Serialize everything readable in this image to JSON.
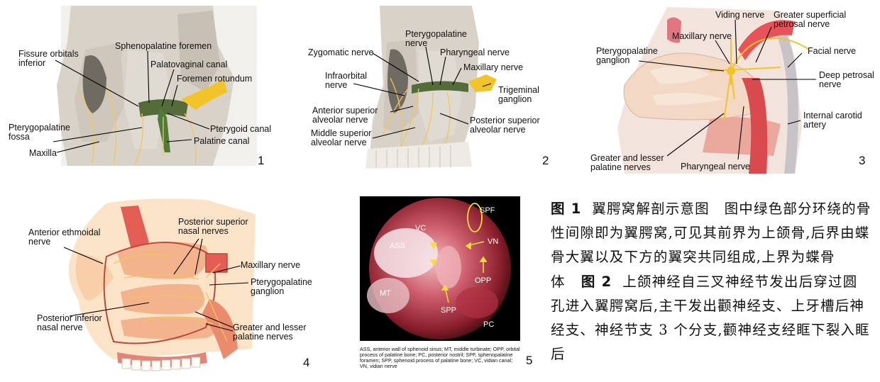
{
  "panel1": {
    "labels": {
      "fissure": "Fissure orbitals\ninferior",
      "sphenopalatine": "Sphenopalatine foremen",
      "palatovaginal": "Palatovaginal canal",
      "rotundum": "Foremen rotundum",
      "fossa": "Pterygopalatine\nfossa",
      "pterygoid": "Pterygoid canal",
      "maxilla": "Maxilla",
      "palatine": "Palatine canal"
    },
    "number": "1"
  },
  "panel2": {
    "labels": {
      "ppg": "Pterygopalatine\nnerve",
      "zygomatic": "Zygomatic nerve",
      "pharyngeal": "Pharyngeal nerve",
      "maxillary": "Maxillary nerve",
      "infraorbital": "Infraorbital\nnerve",
      "trigeminal": "Trigeminal\nganglion",
      "ant_sup": "Anterior superior\nalveolar nerve",
      "post_sup": "Posterior superior\nalveolar nerve",
      "mid_sup": "Middle superior\nalveolar nerve"
    },
    "number": "2"
  },
  "panel3": {
    "labels": {
      "viding": "Viding nerve",
      "greater_sup": "Greater superficial\npetrosal nerve",
      "maxillary": "Maxillary nerve",
      "ppg": "Pterygopalatine\nganglion",
      "facial": "Facial nerve",
      "deep": "Deep petrosal\nnerve",
      "internal": "Internal carotid\nartery",
      "gl_palatine": "Greater and lesser\npalatine nerves",
      "pharyngeal": "Pharyngeal nerve"
    },
    "number": "3"
  },
  "panel4": {
    "labels": {
      "post_sup": "Posterior superior\nnasal nerves",
      "ant_eth": "Anterior ethmoidal\nnerve",
      "maxillary": "Maxillary nerve",
      "ppg": "Pterygopalatine\nganglion",
      "post_inf": "Posterior inferior\nnasal nerve",
      "gl_palatine": "Greater and lesser\npalatine nerves"
    },
    "number": "4"
  },
  "panel5": {
    "labels": {
      "spf": "SPF",
      "vc": "VC",
      "vn": "VN",
      "ass": "ASS",
      "opp": "OPP",
      "mt": "MT",
      "spp": "SPP",
      "pc": "PC"
    },
    "note": "ASS, anterior wall of sphenoid sinus; MT, middle turbinate; OPP, orbital process of palatine bone; PC, posterior nostril; SPF, sphenopalatine foramen; SPP, sphenoid process of palatine bone; VC, vidian canal; VN, vidian nerve",
    "number": "5"
  },
  "caption": {
    "fig1_label": "图 1",
    "fig1_text": "翼腭窝解剖示意图　图中绿色部分环绕的骨性间隙即为翼腭窝,可见其前界为上颌骨,后界由蝶骨大翼以及下方的翼突共同组成,上界为蝶骨体",
    "fig2_label": "图 2",
    "fig2_text": "上颌神经自三叉神经节发出后穿过圆孔进入翼腭窝后,主干发出颧神经支、上牙槽后神经支、神经节支 3 个分支,颧神经支经眶下裂入眶后"
  }
}
